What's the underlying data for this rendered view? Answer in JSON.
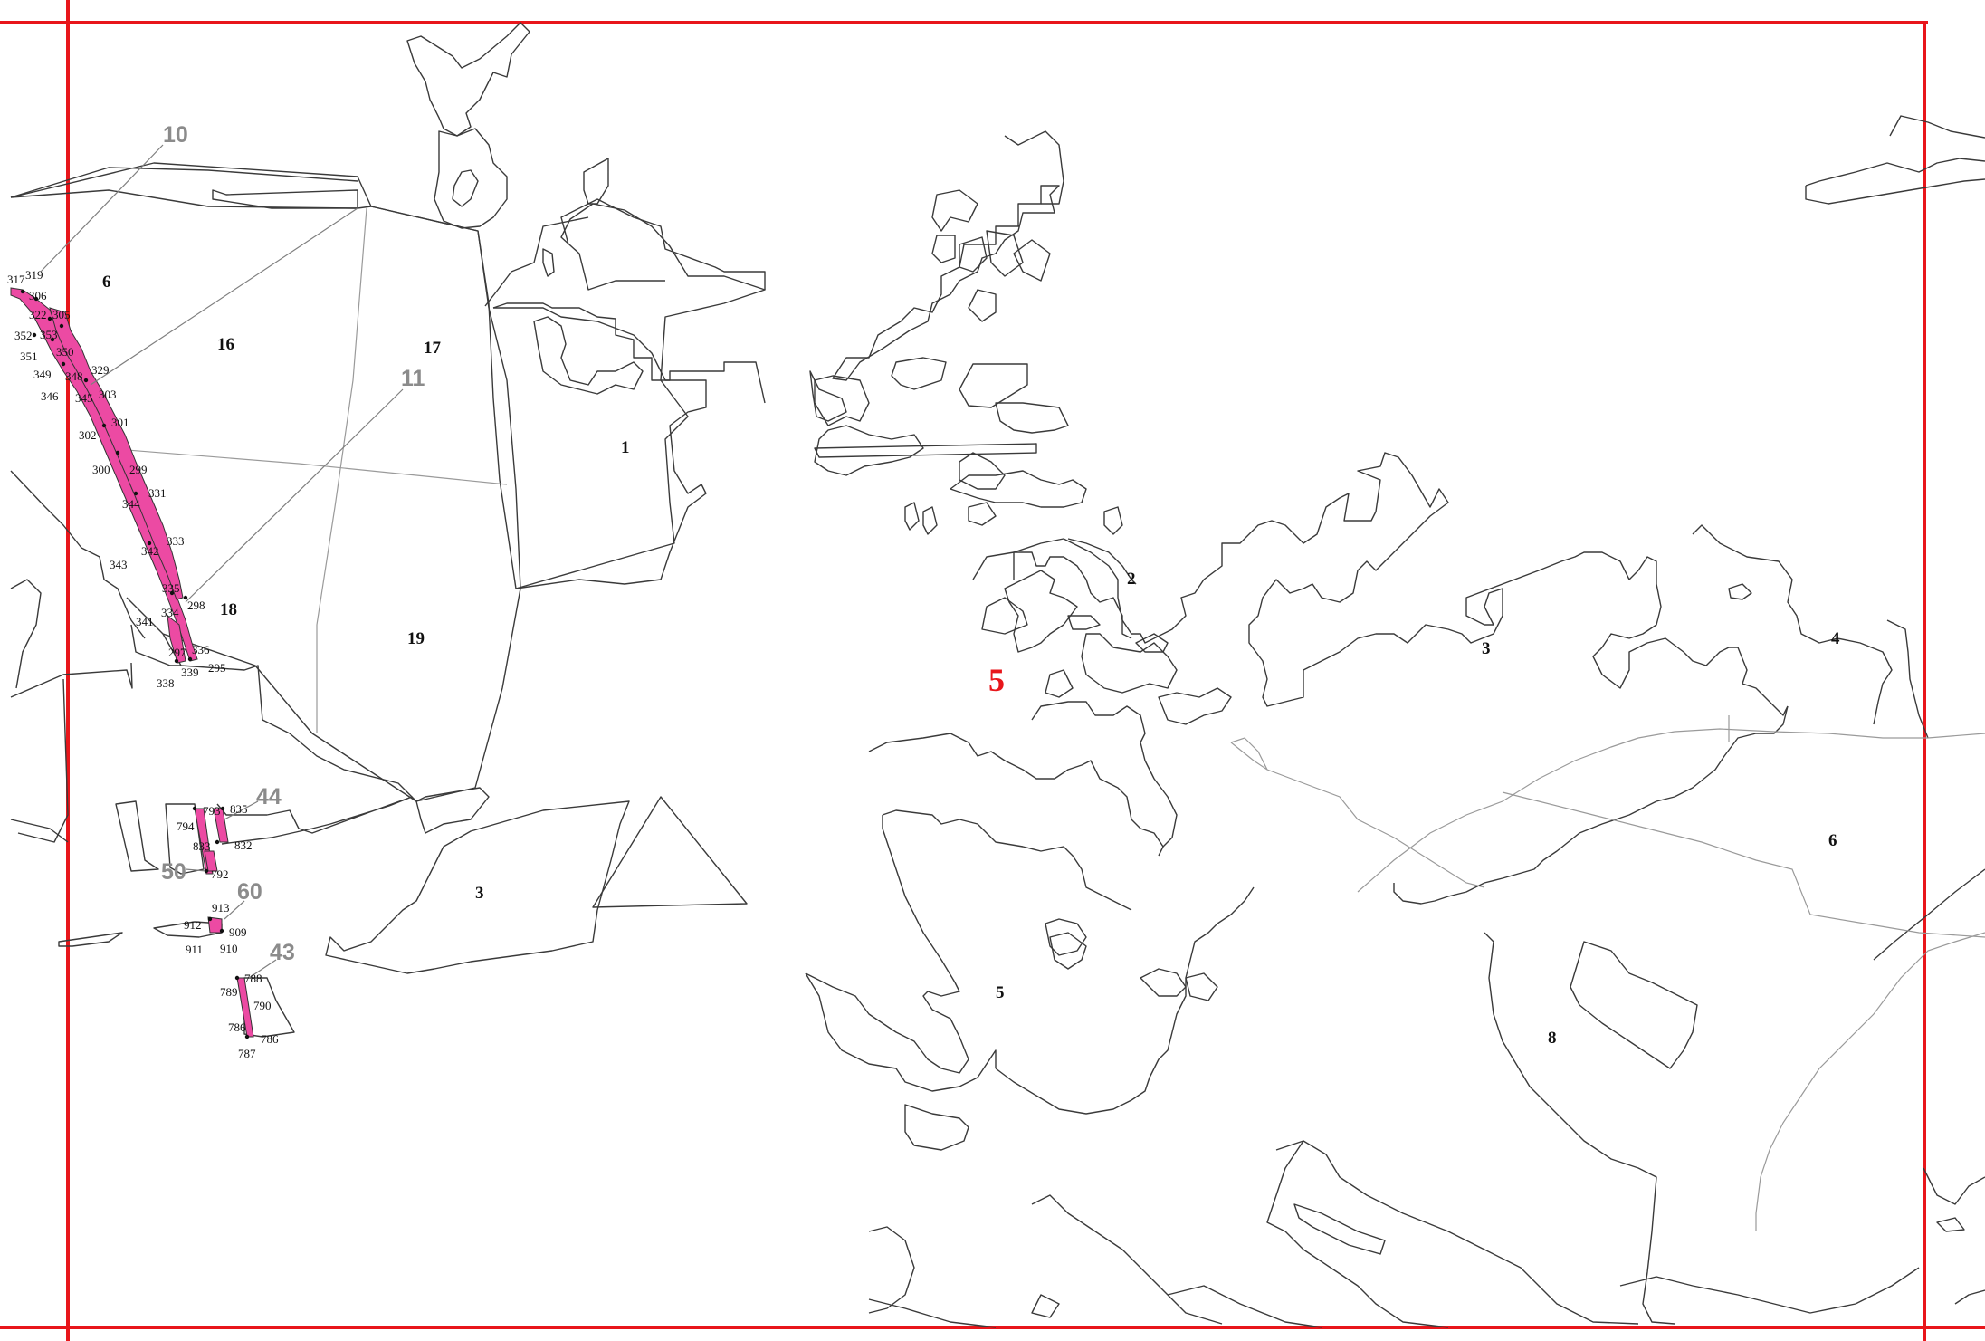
{
  "map": {
    "sheet_number": "5",
    "frame_color": "#e8161b",
    "highlight_color": "#ec4aa3",
    "callout_color": "#8b8b8b"
  },
  "callouts": [
    "10",
    "11",
    "44",
    "50",
    "60",
    "43"
  ],
  "parcels": {
    "p6_left": "6",
    "p16": "16",
    "p17": "17",
    "p1": "1",
    "p18": "18",
    "p19": "19",
    "p3_left": "3",
    "p2": "2",
    "p3_right": "3",
    "p4": "4",
    "p6_right": "6",
    "p5": "5",
    "p8": "8"
  },
  "points": {
    "n317": "317",
    "n319": "319",
    "n306": "306",
    "n322": "322",
    "n305": "305",
    "n352": "352",
    "n353": "353",
    "n350": "350",
    "n351": "351",
    "n349": "349",
    "n348": "348",
    "n329": "329",
    "n346": "346",
    "n345": "345",
    "n303": "303",
    "n301": "301",
    "n302": "302",
    "n300": "300",
    "n299": "299",
    "n331": "331",
    "n344": "344",
    "n333": "333",
    "n342": "342",
    "n343": "343",
    "n335": "335",
    "n298": "298",
    "n334": "334",
    "n341": "341",
    "n297": "297",
    "n336": "336",
    "n339": "339",
    "n295": "295",
    "n338": "338",
    "n793": "793",
    "n835": "835",
    "n794": "794",
    "n833": "833",
    "n832": "832",
    "n792": "792",
    "n913": "913",
    "n912": "912",
    "n909": "909",
    "n911": "911",
    "n910": "910",
    "n788": "788",
    "n789": "789",
    "n790": "790",
    "n786a": "786",
    "n786b": "786",
    "n787": "787"
  }
}
